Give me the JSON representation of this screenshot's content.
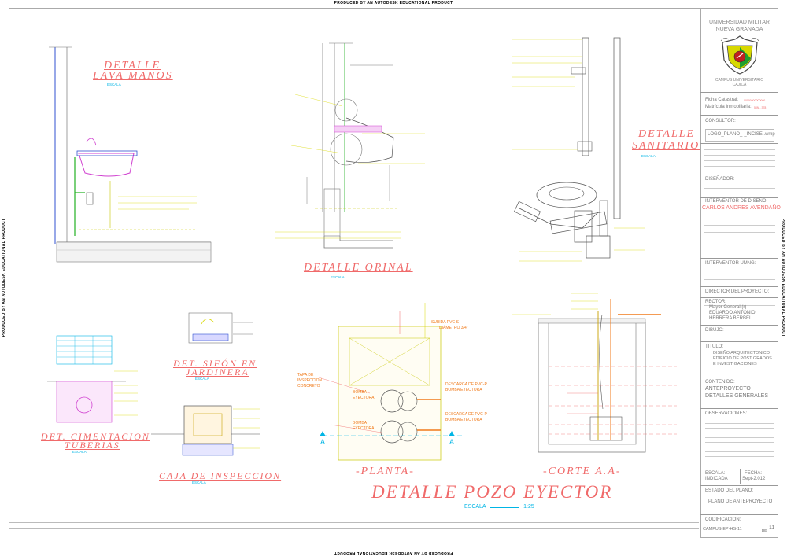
{
  "watermark": "PRODUCED BY AN AUTODESK EDUCATIONAL PRODUCT",
  "titles": {
    "lava_manos_1": "DETALLE",
    "lava_manos_2": "LAVA MANOS",
    "orinal": "DETALLE ORINAL",
    "sanitario_1": "DETALLE",
    "sanitario_2": "SANITARIO",
    "sifon_1": "DET. SIFÓN EN",
    "sifon_2": "JARDINERA",
    "cimentacion_1": "DET. CIMENTACION",
    "cimentacion_2": "TUBERIAS",
    "caja": "CAJA DE INSPECCION",
    "planta": "-PLANTA-",
    "corte": "-CORTE A.A-",
    "pozo": "DETALLE POZO EYECTOR"
  },
  "scales": {
    "escala_label": "ESCALA",
    "pozo_value": "1:25"
  },
  "plan_labels": {
    "tubo_sup_1": "SUBIDA PVC-S",
    "tubo_sup_2": "DIÁMETRO 3/4\"",
    "tapa_1": "TAPA DE",
    "tapa_2": "INSPECCION",
    "tapa_3": "CONCRETO",
    "bomba1_1": "BOMBA",
    "bomba1_2": "EYECTORA",
    "bomba2_1": "BOMBA",
    "bomba2_2": "EYECTORA",
    "desc1_1": "DESCARGA DE PVC-P",
    "desc1_2": "BOMBA EYECTORA",
    "desc2_1": "DESCARGA DE PVC-P",
    "desc2_2": "BOMBA EYECTORA",
    "section_mark": "A"
  },
  "title_block": {
    "university_1": "UNIVERSIDAD MILITAR",
    "university_2": "NUEVA GRANADA",
    "campus_1": "CAMPUS UNIVERSITARIO",
    "campus_2": "CAJICÁ",
    "ficha_label": "Ficha Catastral:",
    "ficha_value": "00000000000000",
    "matricula_label": "Matrícula Inmobiliaria:",
    "matricula_value": "50N - 378",
    "consultor": "CONSULTOR:",
    "consultor_logo": "LOGO_PLANO_-_INCISEI.wmp",
    "disenador": "DISEÑADOR:",
    "interventor_diseno": "INTERVENTOR DE DISEÑO:",
    "interventor_name": "CARLOS ANDRES AVENDAÑO",
    "interventor_umng": "INTERVENTOR UMNG:",
    "director": "DIRECTOR DEL PROYECTO:",
    "rector": "RECTOR:",
    "rector_1": "Mayor General (r)",
    "rector_2": "EDUARDO ANTONIO",
    "rector_3": "HERRERA BERBEL",
    "dibujo": "DIBUJO:",
    "titulo": "TITULO:",
    "titulo_1": "DISEÑO ARQUITECTONICO",
    "titulo_2": "EDIFICIO DE POST GRADOS",
    "titulo_3": "E INVESTIGACIONES",
    "contenido": "CONTENIDO:",
    "contenido_1": "ANTEPROYECTO",
    "contenido_2": "DETALLES GENERALES",
    "observaciones": "OBSERVACIONES:",
    "escala": "ESCALA:",
    "escala_value": "INDICADA",
    "fecha": "FECHA:",
    "fecha_value": "Sept-2.012",
    "estado": "ESTADO DEL PLANO:",
    "estado_value": "PLANO DE ANTEPROYECTO",
    "codificacion": "CODIFICACION:",
    "codigo": "CAMPUS-EP-HS-11",
    "de": "DE",
    "sheet": "11"
  },
  "colors": {
    "red": "#f06a6a",
    "orange": "#f07a1a",
    "yellow": "#d8d800",
    "cyan": "#00b5e5",
    "magenta": "#d040d0",
    "green": "#20b020",
    "blue": "#3050d0",
    "grey": "#999999"
  }
}
